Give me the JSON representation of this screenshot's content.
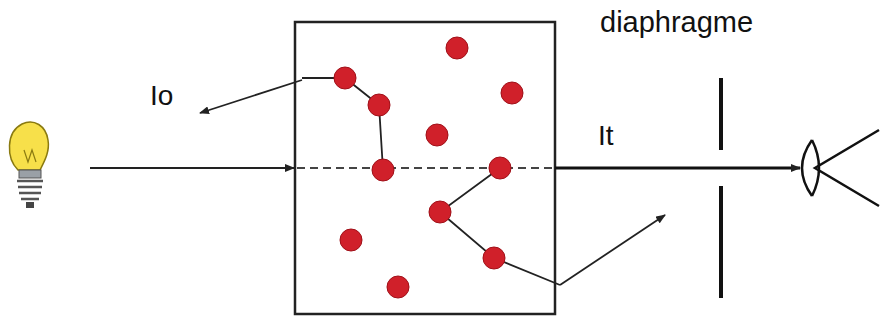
{
  "diagram": {
    "labels": [
      "diaphragme",
      "Io",
      "It"
    ]
  }
}
